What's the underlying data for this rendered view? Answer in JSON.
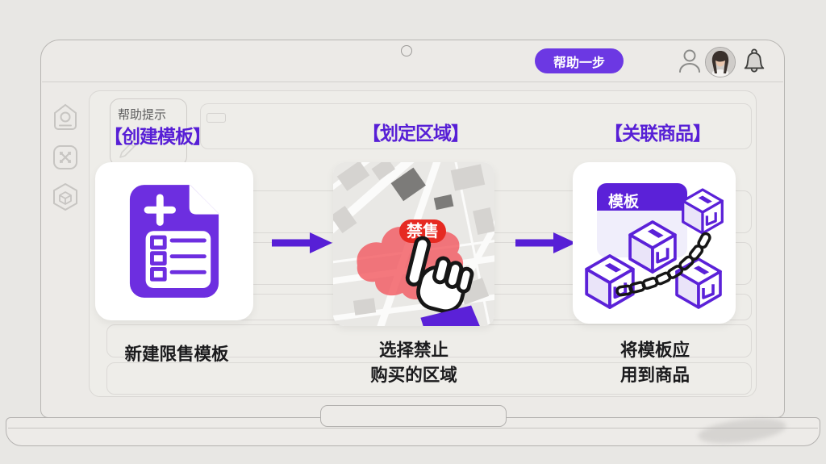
{
  "top_bar": {
    "help_button": "帮助一步",
    "icons": {
      "user": "user-icon",
      "avatar": "user-avatar-photo",
      "bell": "bell-icon"
    }
  },
  "sidebar": {
    "icons": [
      "scan-profile-icon",
      "shuffle-icon",
      "shield-box-icon"
    ]
  },
  "help_tab": {
    "label": "帮助提示"
  },
  "steps": [
    {
      "title": "【创建模板】",
      "caption_lines": [
        "新建限售模板"
      ],
      "illustration": "new-spreadsheet-template-icon"
    },
    {
      "title": "【划定区域】",
      "caption_lines": [
        "选择禁止",
        "购买的区域"
      ],
      "illustration": "map-with-restricted-zone",
      "badge": "禁售"
    },
    {
      "title": "【关联商品】",
      "caption_lines": [
        "将模板应",
        "用到商品"
      ],
      "illustration": "template-chained-to-products",
      "card_label": "模板"
    }
  ],
  "colors": {
    "accent_purple": "#571fd6",
    "button_purple": "#6c38e3",
    "doc_purple": "#6d2ee0",
    "box_purple": "#5b21d8",
    "zone_red": "#f25a62",
    "badge_red": "#e62a22"
  }
}
